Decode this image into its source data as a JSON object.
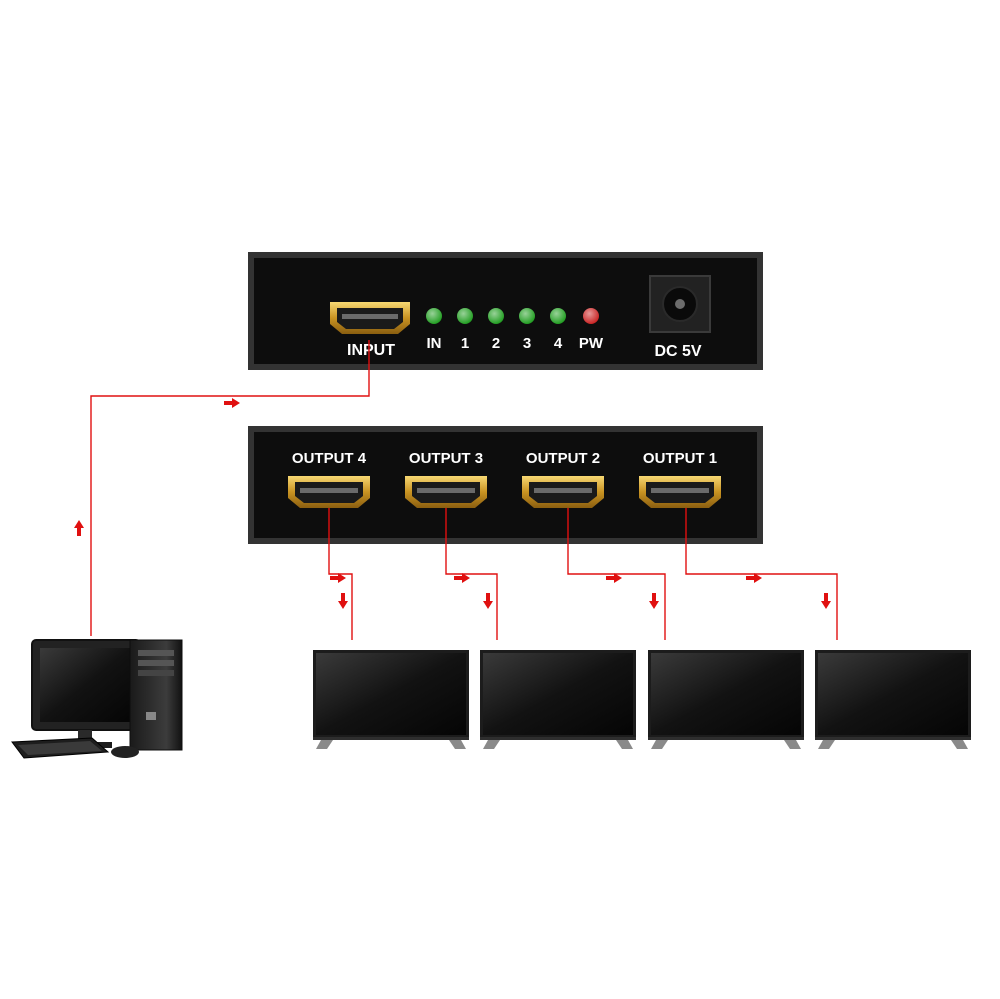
{
  "input_panel": {
    "input_label": "INPUT",
    "leds": [
      {
        "label": "IN",
        "color": "#1a9a1a"
      },
      {
        "label": "1",
        "color": "#1a9a1a"
      },
      {
        "label": "2",
        "color": "#1a9a1a"
      },
      {
        "label": "3",
        "color": "#1a9a1a"
      },
      {
        "label": "4",
        "color": "#1a9a1a"
      },
      {
        "label": "PW",
        "color": "#c81c1c"
      }
    ],
    "power_label": "DC 5V"
  },
  "output_panel": {
    "ports": [
      {
        "label": "OUTPUT 4"
      },
      {
        "label": "OUTPUT 3"
      },
      {
        "label": "OUTPUT 2"
      },
      {
        "label": "OUTPUT 1"
      }
    ]
  },
  "connection_color": "#e01010",
  "icons": {
    "source": "desktop-computer-icon",
    "displays": "tv-monitor-icon",
    "port": "hdmi-port-icon",
    "power": "dc-jack-icon"
  }
}
